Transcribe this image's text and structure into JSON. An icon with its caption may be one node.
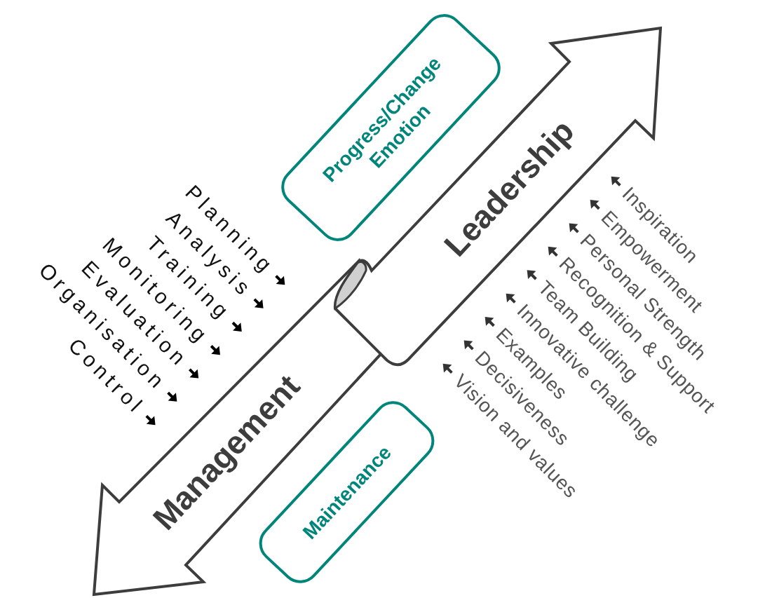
{
  "diagram": {
    "nodes": [
      {
        "text": [
          "Progress/Change Emotion"
        ]
      },
      {
        "text": [
          "Leadership"
        ]
      },
      {
        "text": [
          "Management"
        ]
      },
      {
        "text": [
          "Maintenance"
        ]
      }
    ],
    "labels": [
      "Planning",
      "Analysis",
      "Training",
      "Monitoring",
      "Evaluation",
      "Organisation",
      "Control",
      "Inspiration",
      "Empowerment",
      "Personal Strength",
      "Recognition & Support",
      "Team Building",
      "Innovative challenge",
      "Examples",
      "Decisiveness",
      "Vision and values"
    ]
  }
}
